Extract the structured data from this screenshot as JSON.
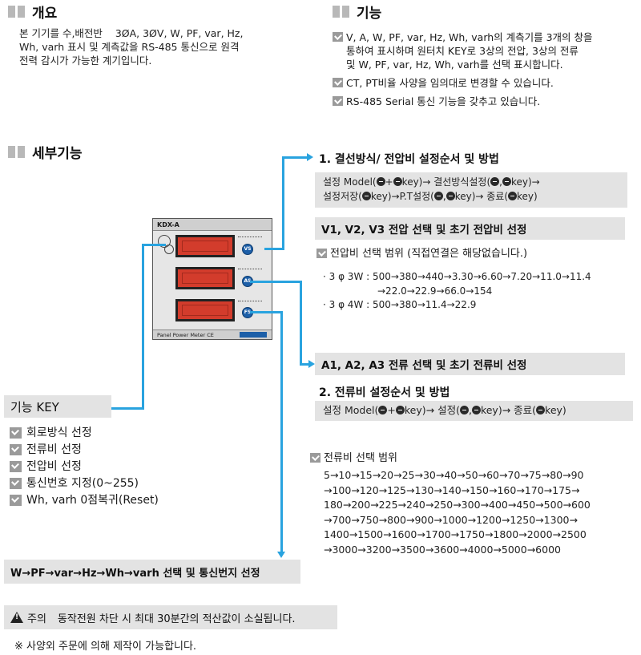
{
  "overview": {
    "title": "개요",
    "lines": [
      "본 기기를 수,배전반    3ØA, 3ØV, W, PF, var, Hz,",
      "Wh, varh 표시 및 계측값을 RS-485 통신으로 원격",
      "전력 감시가 가능한 계기입니다."
    ]
  },
  "function": {
    "title": "기능",
    "items": [
      [
        "V, A, W, PF, var, Hz, Wh, varh의 계측기를 3개의 창을",
        "통하여 표시하며 원터치 KEY로 3상의 전압, 3상의 전류",
        "및 W, PF, var, Hz, Wh, varh를 선택 표시합니다."
      ],
      [
        "CT, PT비율 사양을 임의대로 변경할 수 있습니다."
      ],
      [
        "RS-485 Serial 통신 기능을 갖추고 있습니다."
      ]
    ]
  },
  "detail": {
    "title": "세부기능"
  },
  "wiring": {
    "heading": "1. 결선방식/ 전압비 설정순서 및 방법",
    "line1_a": "설정 Model(",
    "line1_b": "+",
    "line1_c": "key)→ 결선방식설정(",
    "line1_d": ",",
    "line1_e": "key)→",
    "line2_a": "설정저장(",
    "line2_b": "key)→P.T설정(",
    "line2_c": ",",
    "line2_d": "key)→ 종료(",
    "line2_e": "key)"
  },
  "voltage": {
    "band": "V1, V2, V3 전압 선택 및 초기 전압비 선정",
    "range_title": "전압비 선택 범위 (직접연결은 해당없습니다.)",
    "lines": [
      "· 3 φ 3W : 500→380→440→3.30→6.60→7.20→11.0→11.4",
      "→22.0→22.9→66.0→154",
      "· 3 φ 4W : 500→380→11.4→22.9"
    ]
  },
  "current": {
    "band": "A1, A2, A3 전류 선택 및 초기 전류비 선정",
    "heading": "2. 전류비 설정순서 및 방법",
    "line_a": "설정 Model(",
    "line_b": "+",
    "line_c": "key)→ 설정(",
    "line_d": ",",
    "line_e": "key)→ 종료(",
    "line_f": "key)",
    "range_title": "전류비 선택 범위",
    "lines": [
      "5→10→15→20→25→30→40→50→60→70→75→80→90",
      "→100→120→125→130→140→150→160→170→175→",
      "180→200→225→240→250→300→400→450→500→600",
      "→700→750→800→900→1000→1200→1250→1300→",
      "1400→1500→1600→1700→1750→1800→2000→2500",
      "→3000→3200→3500→3600→4000→5000→6000"
    ]
  },
  "meter": {
    "model": "KDX-A",
    "footer": "Panel Power Meter  CE",
    "btn1": "VS",
    "btn2": "AS",
    "btn3": "FS"
  },
  "key": {
    "label": "기능 KEY",
    "items": [
      "회로방식 선정",
      "전류비 선정",
      "전압비 선정",
      "통신번호 지정(0~255)",
      "Wh, varh 0점복귀(Reset)"
    ]
  },
  "selection_band": "W→PF→var→Hz→Wh→varh 선택 및 통신번지 선정",
  "caution": {
    "label": "주의",
    "text": "동작전원 차단 시 최대 30분간의 적산값이 소실됩니다."
  },
  "footnote": "※ 사양외 주문에 의해 제작이 가능합니다."
}
